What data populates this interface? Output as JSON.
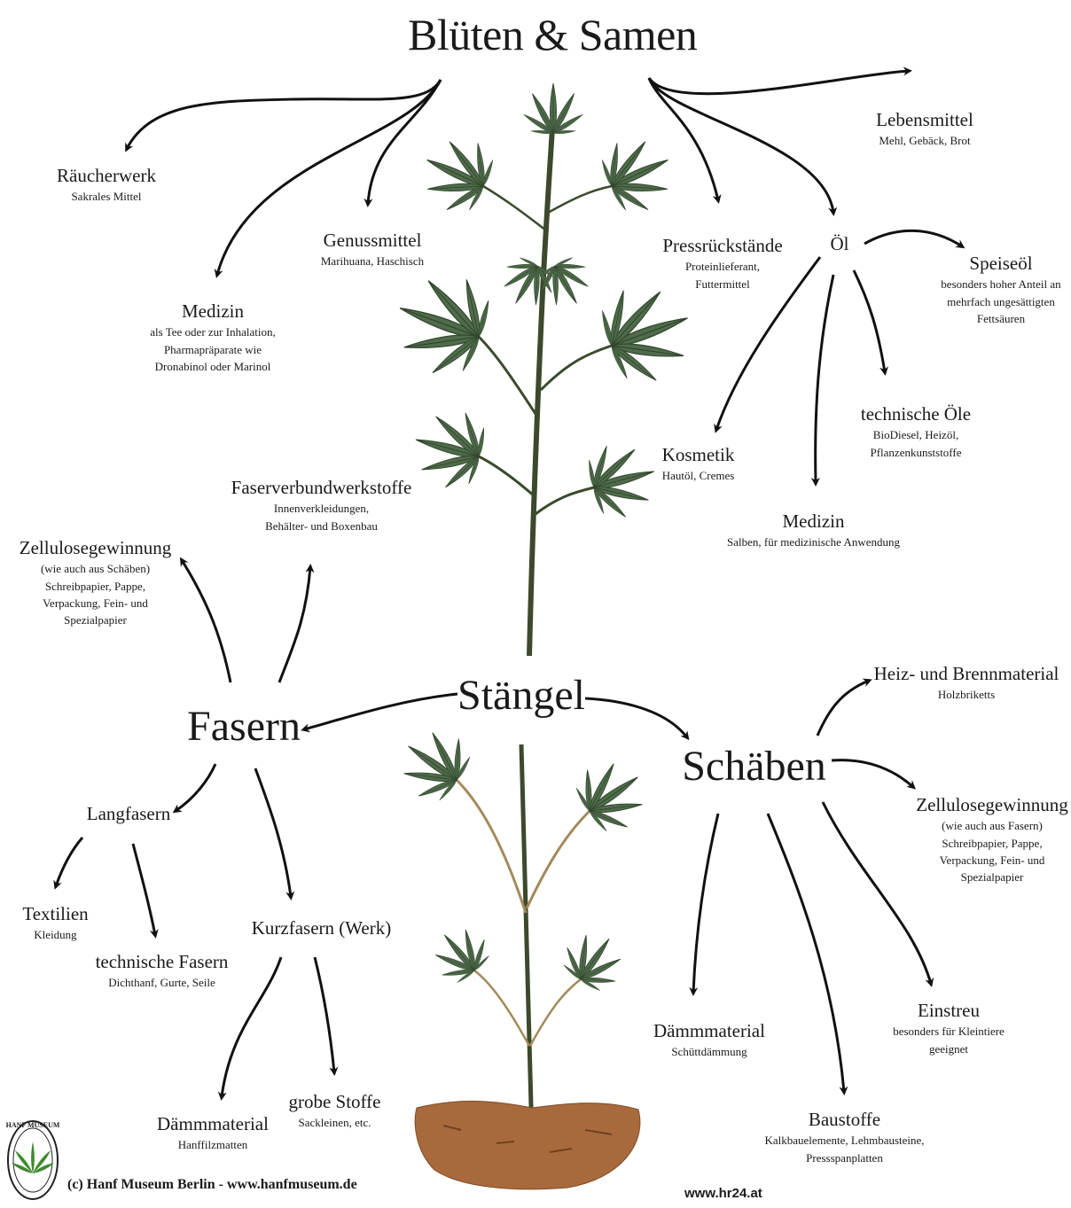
{
  "title": "Blüten & Samen",
  "nodes": {
    "raeucherwerk": {
      "title": "Räucherwerk",
      "desc": "Sakrales Mittel"
    },
    "genussmittel": {
      "title": "Genussmittel",
      "desc": "Marihuana, Haschisch"
    },
    "medizin_bluete": {
      "title": "Medizin",
      "desc": [
        "als Tee oder zur Inhalation,",
        "Pharmapräparate wie",
        "Dronabinol oder Marinol"
      ]
    },
    "lebensmittel": {
      "title": "Lebensmittel",
      "desc": "Mehl, Gebäck, Brot"
    },
    "pressrueckstaende": {
      "title": "Pressrückstände",
      "desc": [
        "Proteinlieferant,",
        "Futtermittel"
      ]
    },
    "oel": {
      "title": "Öl"
    },
    "speiseoel": {
      "title": "Speiseöl",
      "desc": [
        "besonders hoher Anteil an",
        "mehrfach ungesättigten",
        "Fettsäuren"
      ]
    },
    "technische_oele": {
      "title": "technische Öle",
      "desc": [
        "BioDiesel, Heizöl,",
        "Pflanzenkunststoffe"
      ]
    },
    "kosmetik": {
      "title": "Kosmetik",
      "desc": "Hautöl, Cremes"
    },
    "medizin_oel": {
      "title": "Medizin",
      "desc": "Salben, für medizinische Anwendung"
    },
    "faserverbund": {
      "title": "Faserverbundwerkstoffe",
      "desc": [
        "Innenverkleidungen,",
        "Behälter- und Boxenbau"
      ]
    },
    "zellulose_fasern": {
      "title": "Zellulosegewinnung",
      "desc": [
        "(wie auch aus Schäben)",
        "Schreibpapier, Pappe,",
        "Verpackung, Fein- und",
        "Spezialpapier"
      ]
    },
    "staengel": {
      "title": "Stängel"
    },
    "fasern": {
      "title": "Fasern"
    },
    "schaeben": {
      "title": "Schäben"
    },
    "heiz": {
      "title": "Heiz- und Brennmaterial",
      "desc": "Holzbriketts"
    },
    "zellulose_schaeben": {
      "title": "Zellulosegewinnung",
      "desc": [
        "(wie auch aus Fasern)",
        "Schreibpapier, Pappe,",
        "Verpackung, Fein- und",
        "Spezialpapier"
      ]
    },
    "langfasern": {
      "title": "Langfasern"
    },
    "textilien": {
      "title": "Textilien",
      "desc": "Kleidung"
    },
    "technische_fasern": {
      "title": "technische Fasern",
      "desc": "Dichthanf, Gurte, Seile"
    },
    "kurzfasern": {
      "title": "Kurzfasern (Werk)"
    },
    "daemm_fasern": {
      "title": "Dämmmaterial",
      "desc": "Hanffilzmatten"
    },
    "grobe_stoffe": {
      "title": "grobe Stoffe",
      "desc": "Sackleinen, etc."
    },
    "daemm_schaeben": {
      "title": "Dämmmaterial",
      "desc": "Schüttdämmung"
    },
    "baustoffe": {
      "title": "Baustoffe",
      "desc": [
        "Kalkbauelemente, Lehmbausteine,",
        "Pressspanplatten"
      ]
    },
    "einstreu": {
      "title": "Einstreu",
      "desc": [
        "besonders für Kleintiere",
        "geeignet"
      ]
    }
  },
  "footer": {
    "credit": "(c) Hanf Museum Berlin - www.hanfmuseum.de",
    "url": "www.hr24.at",
    "logo_text": "HANF MUSEUM"
  },
  "colors": {
    "leaf": "#4e6b4a",
    "leaf_dark": "#34482f",
    "stem": "#3b4a2c",
    "soil": "#a86a3c",
    "arrow": "#111111"
  }
}
